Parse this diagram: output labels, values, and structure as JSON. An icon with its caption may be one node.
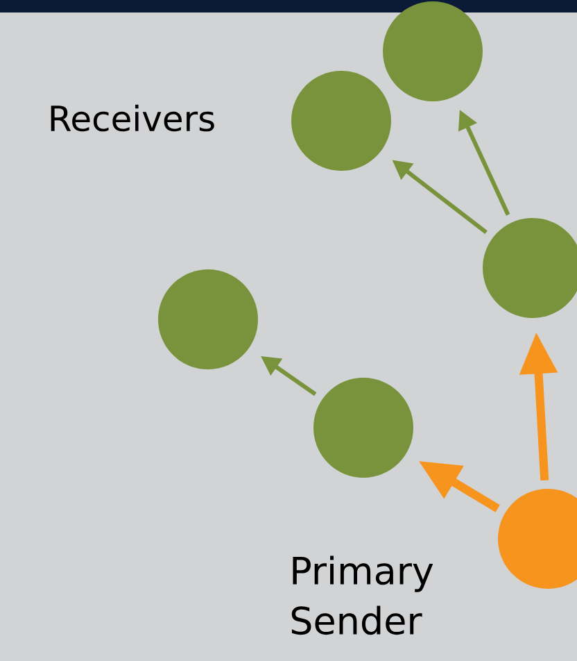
{
  "diagram": {
    "nodes": [
      {
        "text": [],
        "shape": "circle",
        "beside": [
          "Primary Sender"
        ]
      },
      {
        "text": [],
        "shape": "circle"
      },
      {
        "text": [],
        "shape": "circle"
      },
      {
        "text": [],
        "shape": "circle"
      },
      {
        "text": [],
        "shape": "circle"
      },
      {
        "text": [],
        "shape": "circle"
      }
    ],
    "edges": [
      {
        "from": 0,
        "to": 1,
        "arrow": "to",
        "style": "thick",
        "color": "#f7941d"
      },
      {
        "from": 0,
        "to": 3,
        "arrow": "to",
        "style": "thick",
        "color": "#f7941d"
      },
      {
        "from": 1,
        "to": 2,
        "arrow": "to"
      },
      {
        "from": 3,
        "to": 4,
        "arrow": "to"
      },
      {
        "from": 3,
        "to": 5,
        "arrow": "to"
      }
    ],
    "labels": [
      "Receivers"
    ]
  }
}
